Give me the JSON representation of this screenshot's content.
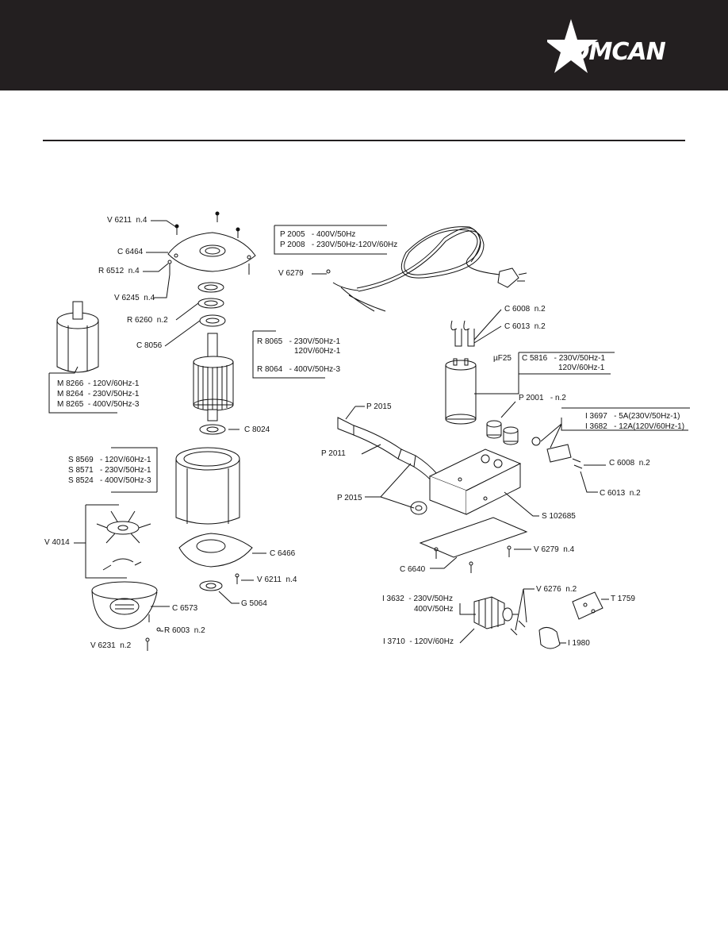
{
  "brand": {
    "logo_text": "OMCAN"
  },
  "labels": {
    "v6211_top": "V 6211  n.4",
    "c6464": "C 6464",
    "r6512": "R 6512  n.4",
    "v6245": "V 6245  n.4",
    "r6260": "R 6260  n.2",
    "c8056": "C 8056",
    "r8065": "R 8065   - 230V/50Hz-1",
    "r8065b": "120V/60Hz-1",
    "r8064": "R 8064   - 400V/50Hz-3",
    "m8266": "M 8266  - 120V/60Hz-1",
    "m8264": "M 8264  - 230V/50Hz-1",
    "m8265": "M 8265  - 400V/50Hz-3",
    "c8024": "C 8024",
    "s8569": "S 8569   - 120V/60Hz-1",
    "s8571": "S 8571   - 230V/50Hz-1",
    "s8524": "S 8524   - 400V/50Hz-3",
    "v4014": "V 4014",
    "c6466": "C 6466",
    "v6211_bot": "V 6211  n.4",
    "g5064": "G 5064",
    "c6573": "C 6573",
    "r6003": "R 6003  n.2",
    "v6231": "V 6231  n.2",
    "p2005": "P 2005   - 400V/50Hz",
    "p2008": "P 2008   - 230V/50Hz-120V/60Hz",
    "v6279_top": "V 6279",
    "c6008_top": "C 6008  n.2",
    "c6013_top": "C 6013  n.2",
    "uf25": "µF25",
    "c5816": "C 5816   - 230V/50Hz-1",
    "c5816b": "120V/60Hz-1",
    "p2015_top": "P 2015",
    "p2011": "P 2011",
    "p2001": "P 2001   - n.2",
    "i3697": "I 3697   - 5A(230V/50Hz-1)",
    "i3682": "I 3682   - 12A(120V/60Hz-1)",
    "c6008_bot": "C 6008  n.2",
    "c6013_bot": "C 6013  n.2",
    "p2015_bot": "P 2015",
    "s102685": "S 102685",
    "v6279_bot": "V 6279  n.4",
    "c6640": "C 6640",
    "i3632": "I 3632  - 230V/50Hz",
    "i3632b": "400V/50Hz",
    "v6276": "V 6276  n.2",
    "t1759": "T 1759",
    "i3710": "I 3710  - 120V/60Hz",
    "i1980": "I 1980"
  }
}
